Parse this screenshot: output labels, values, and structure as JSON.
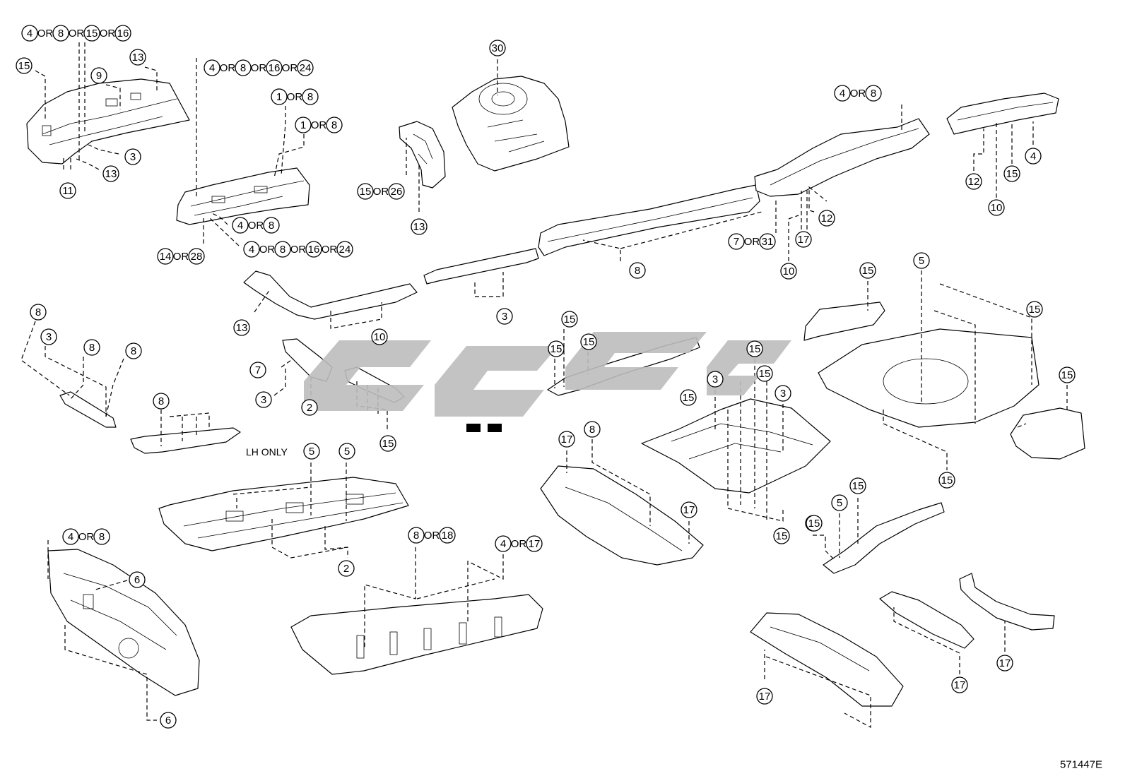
{
  "figure_id": "571447E",
  "note_lh_only": "LH ONLY",
  "or_word": "OR",
  "callout_groups": [
    {
      "id": "g1",
      "numbers": [
        "4",
        "8",
        "15",
        "16"
      ]
    },
    {
      "id": "g2",
      "numbers": [
        "15"
      ]
    },
    {
      "id": "g3",
      "numbers": [
        "13"
      ]
    },
    {
      "id": "g4",
      "numbers": [
        "9"
      ]
    },
    {
      "id": "g5",
      "numbers": [
        "3"
      ]
    },
    {
      "id": "g6",
      "numbers": [
        "13"
      ]
    },
    {
      "id": "g7",
      "numbers": [
        "11"
      ]
    },
    {
      "id": "g8",
      "numbers": [
        "4",
        "8",
        "16",
        "24"
      ]
    },
    {
      "id": "g9",
      "numbers": [
        "1",
        "8"
      ]
    },
    {
      "id": "g10",
      "numbers": [
        "1",
        "8"
      ]
    },
    {
      "id": "g11",
      "numbers": [
        "4",
        "8"
      ]
    },
    {
      "id": "g12",
      "numbers": [
        "4",
        "8",
        "16",
        "24"
      ]
    },
    {
      "id": "g13",
      "numbers": [
        "14",
        "28"
      ]
    },
    {
      "id": "g14",
      "numbers": [
        "30"
      ]
    },
    {
      "id": "g15",
      "numbers": [
        "15",
        "26"
      ]
    },
    {
      "id": "g16",
      "numbers": [
        "13"
      ]
    },
    {
      "id": "g17",
      "numbers": [
        "4",
        "8"
      ]
    },
    {
      "id": "g18",
      "numbers": [
        "12"
      ]
    },
    {
      "id": "g19",
      "numbers": [
        "15"
      ]
    },
    {
      "id": "g20",
      "numbers": [
        "4"
      ]
    },
    {
      "id": "g21",
      "numbers": [
        "10"
      ]
    },
    {
      "id": "g22",
      "numbers": [
        "12"
      ]
    },
    {
      "id": "g23",
      "numbers": [
        "7",
        "31"
      ]
    },
    {
      "id": "g24",
      "numbers": [
        "17"
      ]
    },
    {
      "id": "g25",
      "numbers": [
        "10"
      ]
    },
    {
      "id": "g26",
      "numbers": [
        "8"
      ]
    },
    {
      "id": "g27",
      "numbers": [
        "13"
      ]
    },
    {
      "id": "g28",
      "numbers": [
        "10"
      ]
    },
    {
      "id": "g29",
      "numbers": [
        "3"
      ]
    },
    {
      "id": "g30",
      "numbers": [
        "8"
      ]
    },
    {
      "id": "g31",
      "numbers": [
        "3"
      ]
    },
    {
      "id": "g32",
      "numbers": [
        "8"
      ]
    },
    {
      "id": "g33",
      "numbers": [
        "8"
      ]
    },
    {
      "id": "g34",
      "numbers": [
        "8"
      ]
    },
    {
      "id": "g35",
      "numbers": [
        "7"
      ]
    },
    {
      "id": "g36",
      "numbers": [
        "3"
      ]
    },
    {
      "id": "g37",
      "numbers": [
        "2"
      ]
    },
    {
      "id": "g38",
      "numbers": [
        "15"
      ]
    },
    {
      "id": "g39",
      "numbers": [
        "15"
      ]
    },
    {
      "id": "g40",
      "numbers": [
        "15"
      ]
    },
    {
      "id": "g41",
      "numbers": [
        "15"
      ]
    },
    {
      "id": "g42",
      "numbers": [
        "15"
      ]
    },
    {
      "id": "g43",
      "numbers": [
        "15"
      ]
    },
    {
      "id": "g44",
      "numbers": [
        "3"
      ]
    },
    {
      "id": "g45",
      "numbers": [
        "15"
      ]
    },
    {
      "id": "g46",
      "numbers": [
        "3"
      ]
    },
    {
      "id": "g47",
      "numbers": [
        "15"
      ]
    },
    {
      "id": "g48",
      "numbers": [
        "15"
      ]
    },
    {
      "id": "g49",
      "numbers": [
        "5"
      ]
    },
    {
      "id": "g50",
      "numbers": [
        "15"
      ]
    },
    {
      "id": "g51",
      "numbers": [
        "15"
      ]
    },
    {
      "id": "g52",
      "numbers": [
        "15"
      ]
    },
    {
      "id": "g53",
      "numbers": [
        "5"
      ]
    },
    {
      "id": "g54",
      "numbers": [
        "5"
      ]
    },
    {
      "id": "g55",
      "numbers": [
        "2"
      ]
    },
    {
      "id": "g56",
      "numbers": [
        "17"
      ]
    },
    {
      "id": "g57",
      "numbers": [
        "8"
      ]
    },
    {
      "id": "g58",
      "numbers": [
        "17"
      ]
    },
    {
      "id": "g59",
      "numbers": [
        "15"
      ]
    },
    {
      "id": "g60",
      "numbers": [
        "15"
      ]
    },
    {
      "id": "g61",
      "numbers": [
        "5"
      ]
    },
    {
      "id": "g62",
      "numbers": [
        "15"
      ]
    },
    {
      "id": "g63",
      "numbers": [
        "4",
        "8"
      ]
    },
    {
      "id": "g64",
      "numbers": [
        "6"
      ]
    },
    {
      "id": "g65",
      "numbers": [
        "6"
      ]
    },
    {
      "id": "g66",
      "numbers": [
        "8",
        "18"
      ]
    },
    {
      "id": "g67",
      "numbers": [
        "4",
        "17"
      ]
    },
    {
      "id": "g68",
      "numbers": [
        "17"
      ]
    },
    {
      "id": "g69",
      "numbers": [
        "17"
      ]
    },
    {
      "id": "g70",
      "numbers": [
        "17"
      ]
    }
  ]
}
